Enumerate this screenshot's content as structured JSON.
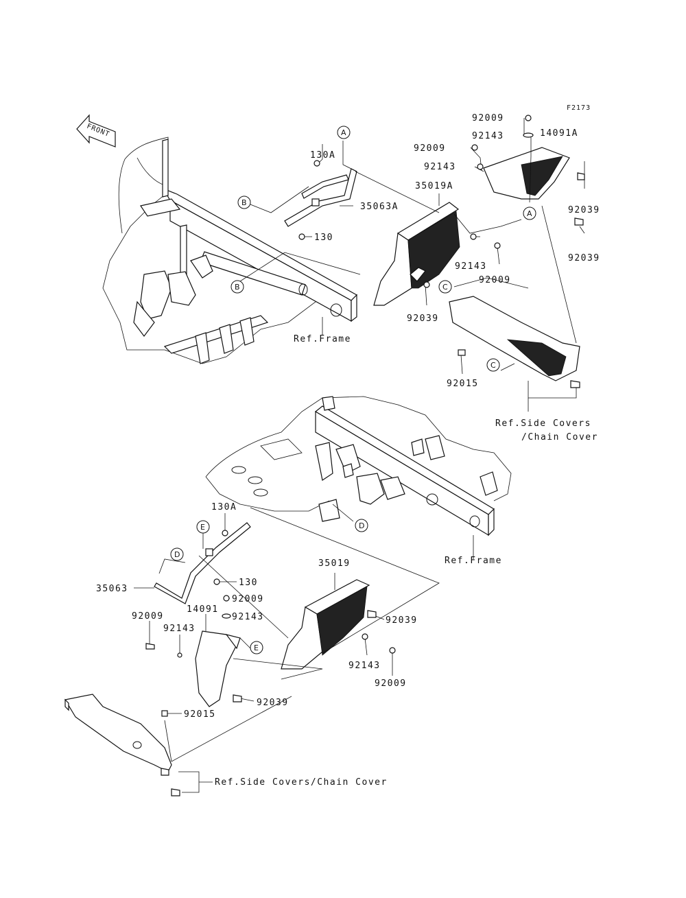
{
  "figure_code": "F2173",
  "front_label": "FRONT",
  "upper": {
    "labels": {
      "p92009_top": "92009",
      "p92143_top": "92143",
      "p14091A": "14091A",
      "p92009_mid": "92009",
      "p92143_mid": "92143",
      "p130A": "130A",
      "p35019A": "35019A",
      "p35063A": "35063A",
      "p130": "130",
      "p92039_a": "92039",
      "p92039_b": "92039",
      "p92143_low": "92143",
      "p92009_low": "92009",
      "p92039_c": "92039",
      "p92015": "92015",
      "ref_frame": "Ref.Frame",
      "ref_side_1": "Ref.Side Covers",
      "ref_side_2": "/Chain Cover"
    },
    "callouts": {
      "A1": "A",
      "A2": "A",
      "B1": "B",
      "B2": "B",
      "C1": "C",
      "C2": "C"
    }
  },
  "lower": {
    "labels": {
      "p130A": "130A",
      "p35019": "35019",
      "p35063": "35063",
      "p130": "130",
      "p92009_a": "92009",
      "p92143_a": "92143",
      "p14091": "14091",
      "p92009_b": "92009",
      "p92143_b": "92143",
      "p92039_a": "92039",
      "p92143_c": "92143",
      "p92009_c": "92009",
      "p92039_b": "92039",
      "p92015": "92015",
      "ref_frame": "Ref.Frame",
      "ref_side": "Ref.Side Covers/Chain Cover"
    },
    "callouts": {
      "D1": "D",
      "D2": "D",
      "E1": "E",
      "E2": "E"
    }
  }
}
